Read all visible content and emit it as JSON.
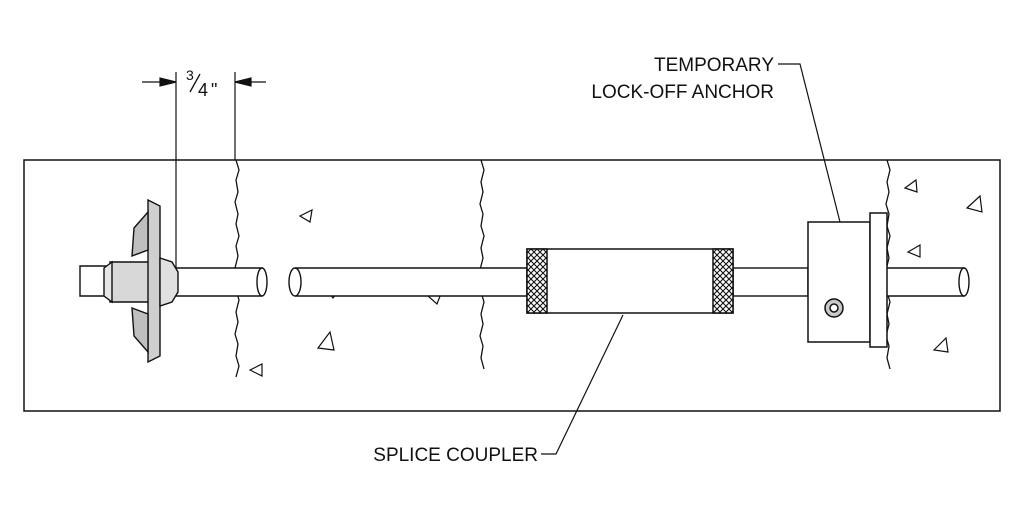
{
  "dimension": {
    "numerator": "3",
    "denominator": "4",
    "unit_mark": "\""
  },
  "labels": {
    "anchor_line1": "TEMPORARY",
    "anchor_line2": "LOCK-OFF ANCHOR",
    "coupler": "SPLICE COUPLER"
  }
}
